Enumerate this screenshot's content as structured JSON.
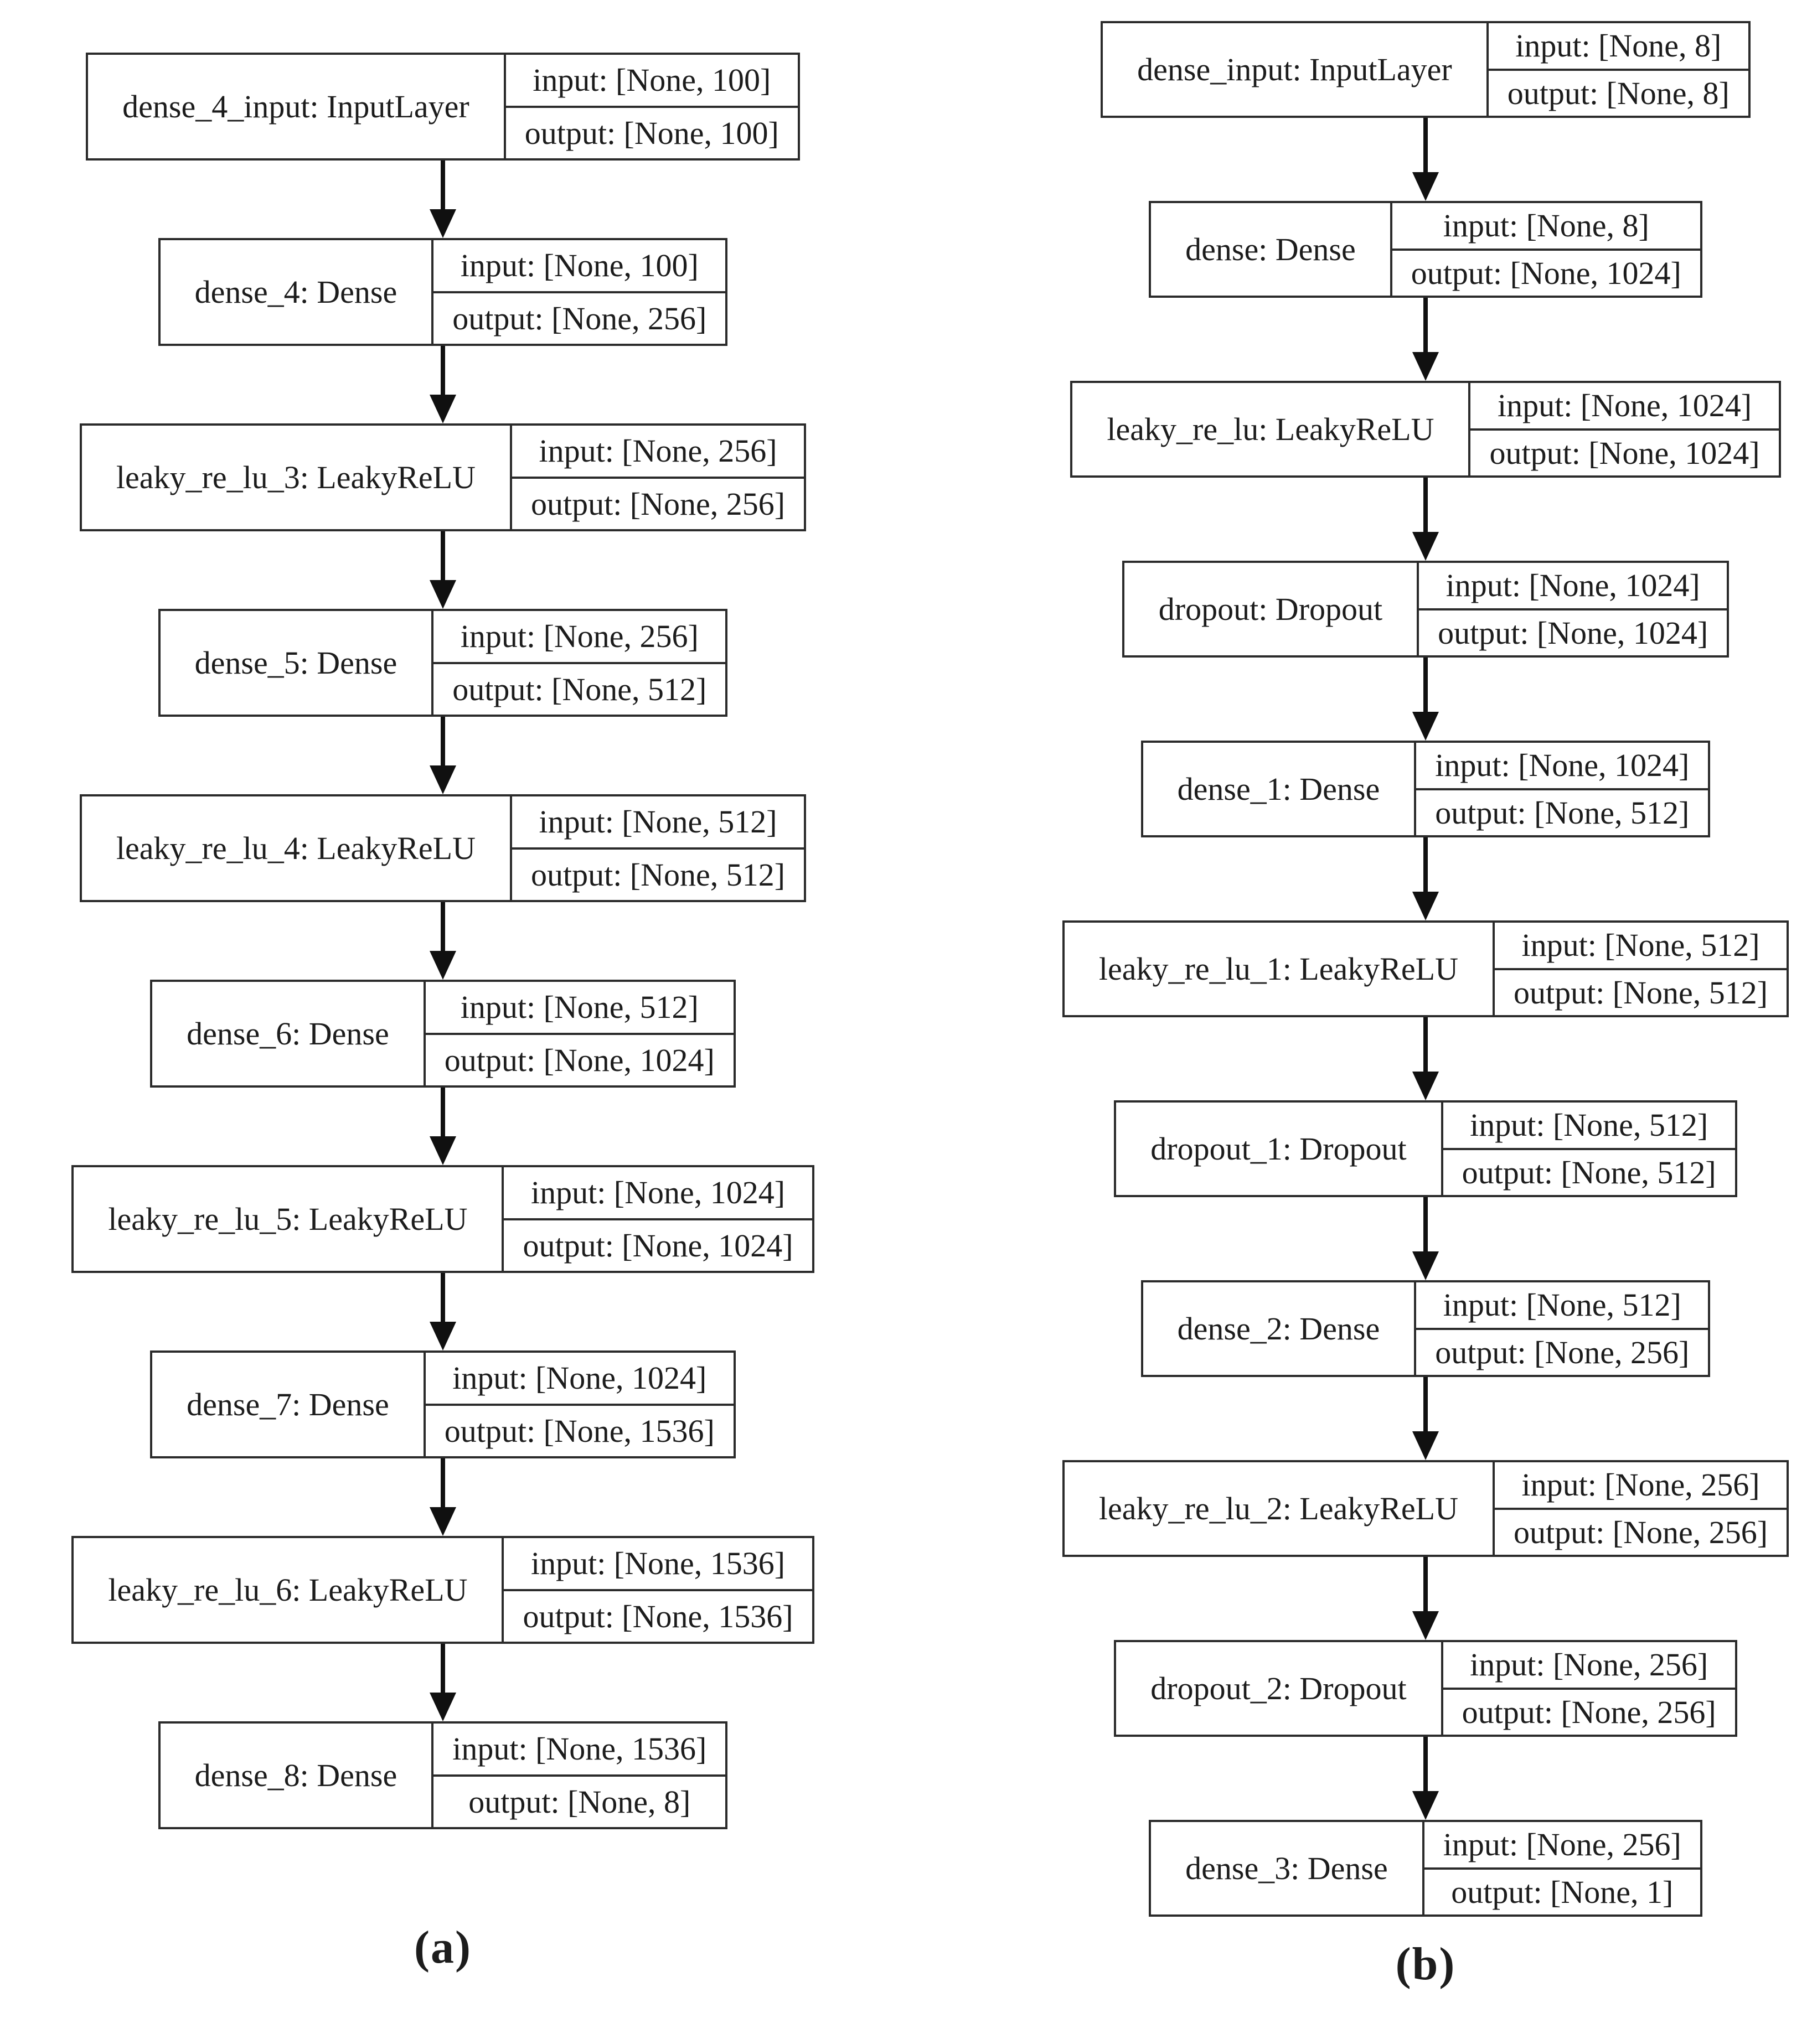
{
  "figure": {
    "background": "#ffffff",
    "line_color": "#2b2b2b",
    "arrow_color": "#101010",
    "models": [
      {
        "caption": "(a)",
        "layers": [
          {
            "name": "dense_4_input: InputLayer",
            "input": "input: [None, 100]",
            "output": "output: [None, 100]"
          },
          {
            "name": "dense_4: Dense",
            "input": "input: [None, 100]",
            "output": "output: [None, 256]"
          },
          {
            "name": "leaky_re_lu_3: LeakyReLU",
            "input": "input: [None, 256]",
            "output": "output: [None, 256]"
          },
          {
            "name": "dense_5: Dense",
            "input": "input: [None, 256]",
            "output": "output: [None, 512]"
          },
          {
            "name": "leaky_re_lu_4: LeakyReLU",
            "input": "input: [None, 512]",
            "output": "output: [None, 512]"
          },
          {
            "name": "dense_6: Dense",
            "input": "input: [None, 512]",
            "output": "output: [None, 1024]"
          },
          {
            "name": "leaky_re_lu_5: LeakyReLU",
            "input": "input: [None, 1024]",
            "output": "output: [None, 1024]"
          },
          {
            "name": "dense_7: Dense",
            "input": "input: [None, 1024]",
            "output": "output: [None, 1536]"
          },
          {
            "name": "leaky_re_lu_6: LeakyReLU",
            "input": "input: [None, 1536]",
            "output": "output: [None, 1536]"
          },
          {
            "name": "dense_8: Dense",
            "input": "input: [None, 1536]",
            "output": "output: [None, 8]"
          }
        ]
      },
      {
        "caption": "(b)",
        "layers": [
          {
            "name": "dense_input: InputLayer",
            "input": "input: [None, 8]",
            "output": "output: [None, 8]"
          },
          {
            "name": "dense: Dense",
            "input": "input: [None, 8]",
            "output": "output: [None, 1024]"
          },
          {
            "name": "leaky_re_lu: LeakyReLU",
            "input": "input: [None, 1024]",
            "output": "output: [None, 1024]"
          },
          {
            "name": "dropout: Dropout",
            "input": "input: [None, 1024]",
            "output": "output: [None, 1024]"
          },
          {
            "name": "dense_1: Dense",
            "input": "input: [None, 1024]",
            "output": "output: [None, 512]"
          },
          {
            "name": "leaky_re_lu_1: LeakyReLU",
            "input": "input: [None, 512]",
            "output": "output: [None, 512]"
          },
          {
            "name": "dropout_1: Dropout",
            "input": "input: [None, 512]",
            "output": "output: [None, 512]"
          },
          {
            "name": "dense_2: Dense",
            "input": "input: [None, 512]",
            "output": "output: [None, 256]"
          },
          {
            "name": "leaky_re_lu_2: LeakyReLU",
            "input": "input: [None, 256]",
            "output": "output: [None, 256]"
          },
          {
            "name": "dropout_2: Dropout",
            "input": "input: [None, 256]",
            "output": "output: [None, 256]"
          },
          {
            "name": "dense_3: Dense",
            "input": "input: [None, 256]",
            "output": "output: [None, 1]"
          }
        ]
      }
    ]
  }
}
